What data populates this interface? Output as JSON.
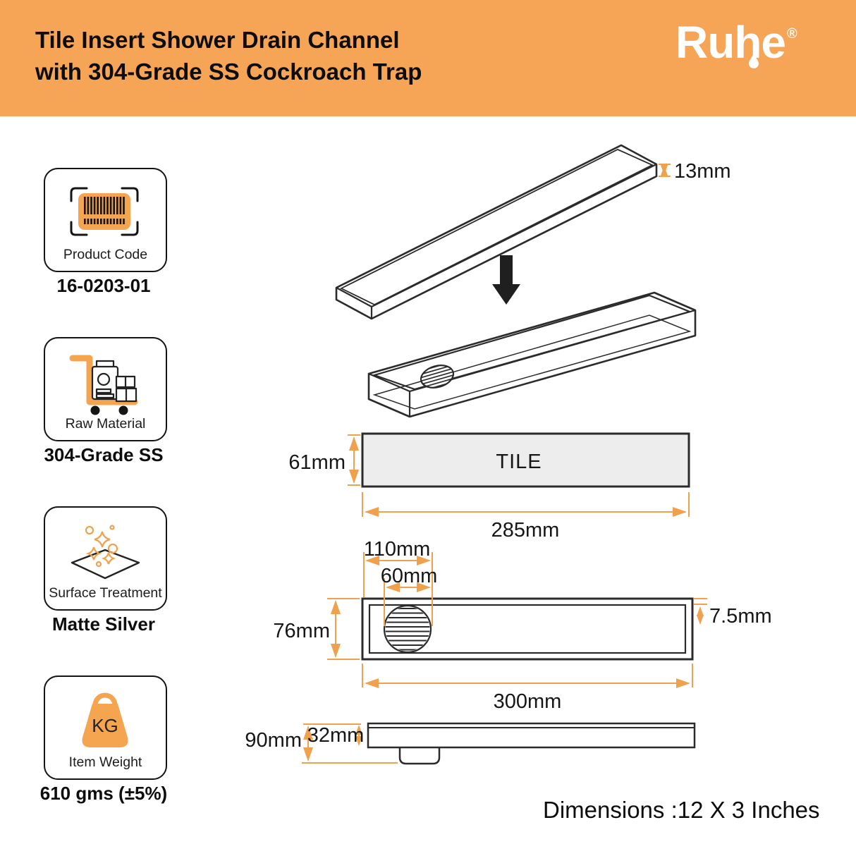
{
  "header": {
    "title_line1": "Tile Insert Shower Drain Channel",
    "title_line2": "with 304-Grade SS Cockroach Trap",
    "brand": "Ruhe",
    "registered_mark": "®"
  },
  "cards": [
    {
      "icon": "barcode-icon",
      "label": "Product Code",
      "value": "16-0203-01"
    },
    {
      "icon": "trolley-icon",
      "label": "Raw Material",
      "value": "304-Grade SS"
    },
    {
      "icon": "sparkle-diamond-icon",
      "label": "Surface Treatment",
      "value": "Matte Silver"
    },
    {
      "icon": "weight-icon",
      "icon_text": "KG",
      "label": "Item Weight",
      "value": "610 gms (±5%)"
    }
  ],
  "diagram": {
    "tile_label": "TILE",
    "dims": {
      "lid_thickness": "13mm",
      "tile_height": "61mm",
      "tile_width": "285mm",
      "drain_offset": "110mm",
      "drain_diameter": "60mm",
      "channel_width": "76mm",
      "rim_depth": "7.5mm",
      "channel_length": "300mm",
      "total_height": "90mm",
      "body_height": "32mm"
    }
  },
  "footer": {
    "dimensions_text": "Dimensions :12 X 3 Inches"
  },
  "colors": {
    "banner_orange": "#F6A455",
    "accent_orange": "#EFA14D",
    "icon_orange": "#F5A44F",
    "tile_fill": "#EDEDED",
    "line_dark": "#2B2B2B"
  }
}
